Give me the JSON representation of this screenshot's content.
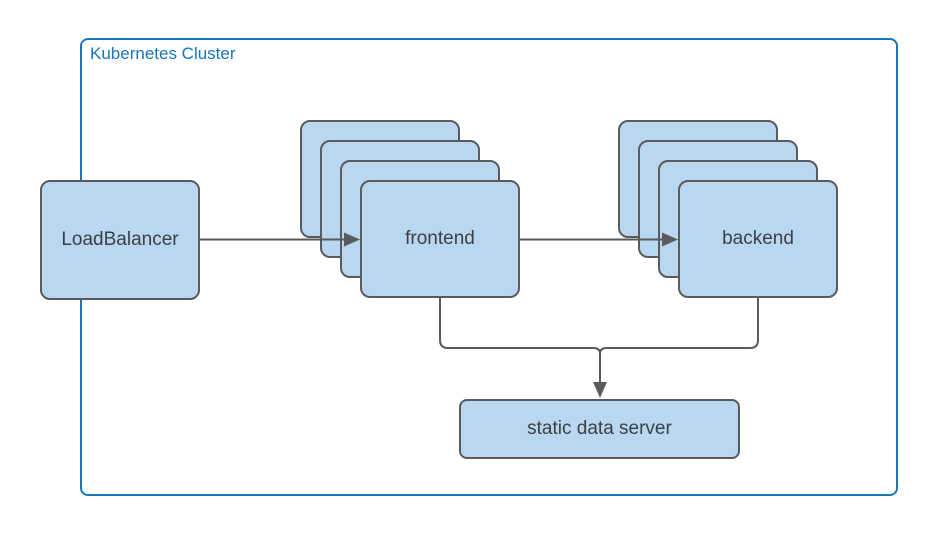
{
  "diagram": {
    "cluster": {
      "label": "Kubernetes Cluster"
    },
    "nodes": {
      "loadbalancer": {
        "label": "LoadBalancer"
      },
      "frontend": {
        "label": "frontend",
        "stack_count": 4
      },
      "backend": {
        "label": "backend",
        "stack_count": 4
      },
      "static_data_server": {
        "label": "static data server"
      }
    },
    "edges": [
      {
        "from": "loadbalancer",
        "to": "frontend"
      },
      {
        "from": "frontend",
        "to": "backend"
      },
      {
        "from": "frontend",
        "to": "static_data_server"
      },
      {
        "from": "backend",
        "to": "static_data_server"
      }
    ],
    "colors": {
      "node_fill": "#b9d7f0",
      "node_border": "#595b5c",
      "edge": "#595b5c",
      "cluster_border": "#1777ba",
      "cluster_label": "#1777ba",
      "node_text": "#3d4043",
      "background": "#ffffff"
    }
  }
}
